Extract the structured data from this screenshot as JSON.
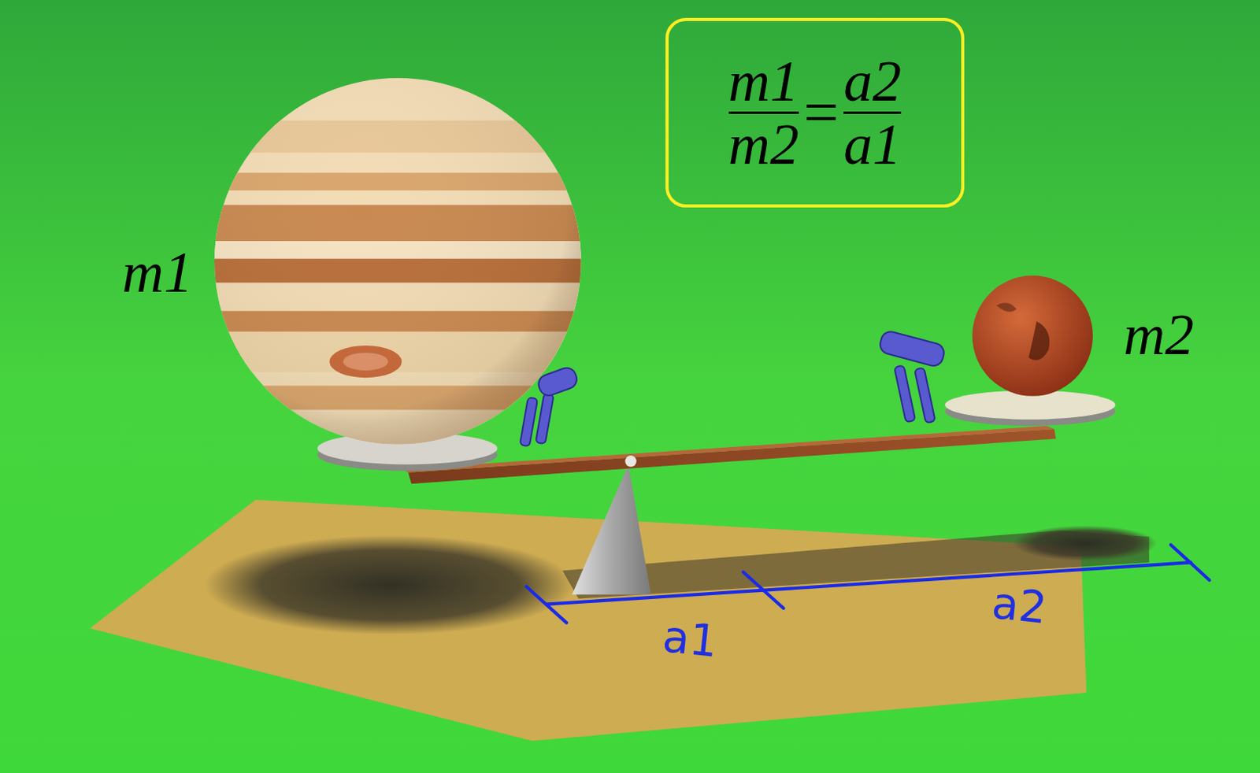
{
  "diagram": {
    "nodes": [
      {
        "text": [
          "m1",
          "m2",
          "=",
          "a2",
          "a1"
        ]
      }
    ],
    "labels": [
      "m1",
      "m2",
      "a1",
      "a2"
    ]
  }
}
